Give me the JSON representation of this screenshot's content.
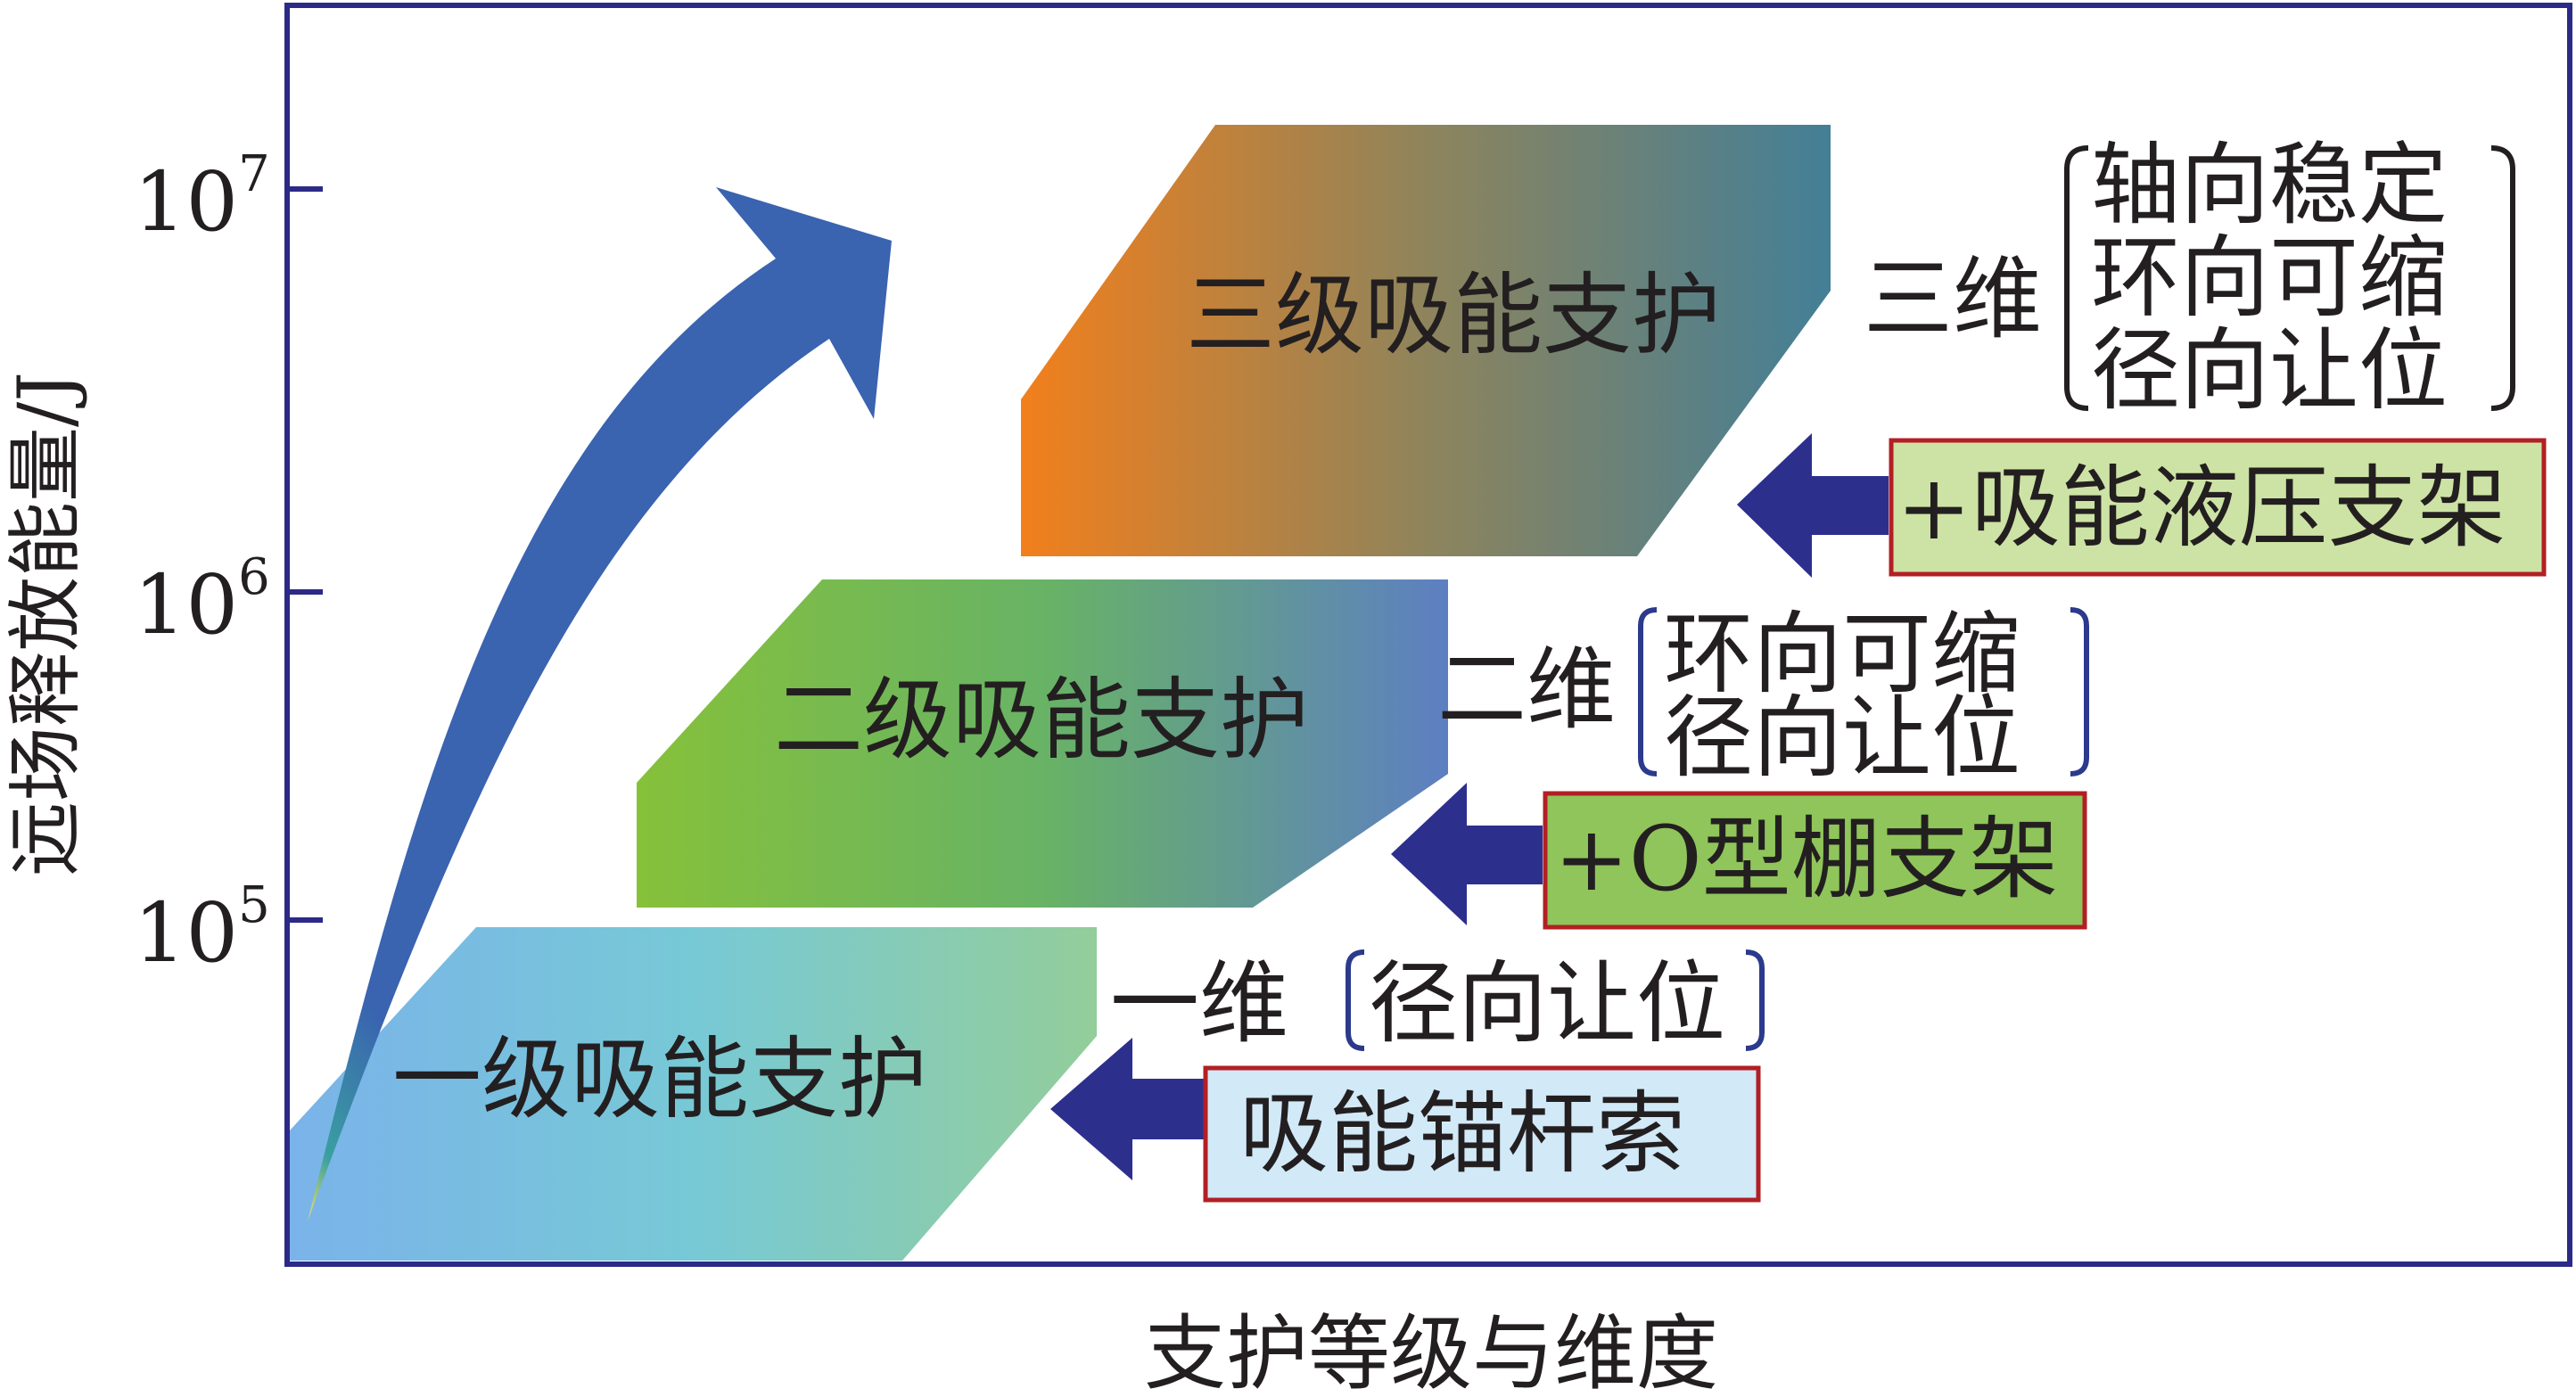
{
  "axes": {
    "y_label": "远场释放能量/J",
    "x_label": "支护等级与维度",
    "ticks": [
      {
        "base": "10",
        "exp": "7"
      },
      {
        "base": "10",
        "exp": "6"
      },
      {
        "base": "10",
        "exp": "5"
      }
    ]
  },
  "levels": [
    {
      "name": "一级吸能支护",
      "dimension": "一维",
      "features": [
        "径向让位"
      ],
      "component": "吸能锚杆索",
      "component_bg": "#d2e9f7",
      "colors": [
        "#7ab3ea",
        "#77c9d6",
        "#93cd9a"
      ]
    },
    {
      "name": "二级吸能支护",
      "dimension": "二维",
      "features": [
        "环向可缩",
        "径向让位"
      ],
      "component": "+O型棚支架",
      "component_bg": "#8fc55a",
      "colors": [
        "#86c13a",
        "#68b365",
        "#5d7fc2"
      ]
    },
    {
      "name": "三级吸能支护",
      "dimension": "三维",
      "features": [
        "轴向稳定",
        "环向可缩",
        "径向让位"
      ],
      "component": "+吸能液压支架",
      "component_bg": "#cde3a5",
      "colors": [
        "#f27f1c",
        "#8e845c",
        "#437f97"
      ]
    }
  ],
  "colors": {
    "axis": "#2b2a87",
    "pointer_arrow": "#2d2f8d",
    "growth_arrow": "#3a63b0",
    "bracket": "#2b3a8c",
    "box_border": "#b21f24"
  }
}
